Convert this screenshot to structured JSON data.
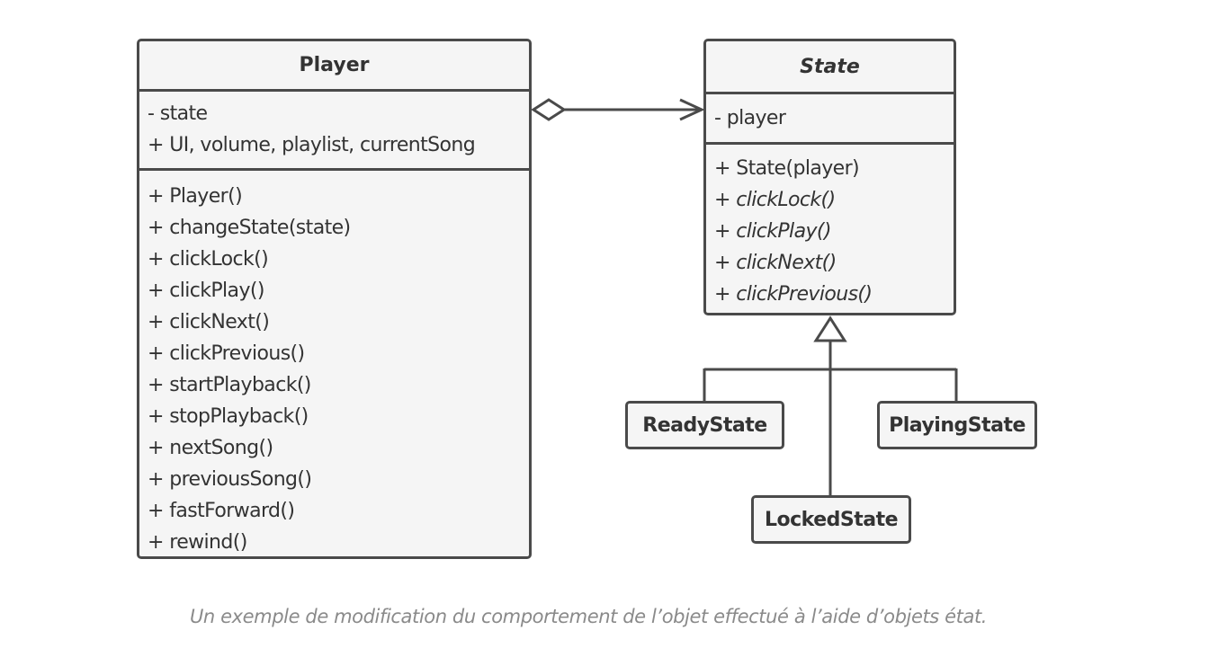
{
  "player": {
    "name": "Player",
    "fields": [
      "- state",
      "+ UI, volume, playlist, currentSong"
    ],
    "methods": [
      "+ Player()",
      "+ changeState(state)",
      "+ clickLock()",
      "+ clickPlay()",
      "+ clickNext()",
      "+ clickPrevious()",
      "+ startPlayback()",
      "+ stopPlayback()",
      "+ nextSong()",
      "+ previousSong()",
      "+ fastForward()",
      "+ rewind()"
    ]
  },
  "state": {
    "name": "State",
    "fields": [
      "- player"
    ],
    "methods": [
      {
        "prefix": "+ ",
        "name": "State(player)",
        "abstract": false
      },
      {
        "prefix": "+ ",
        "name": "clickLock()",
        "abstract": true
      },
      {
        "prefix": "+ ",
        "name": "clickPlay()",
        "abstract": true
      },
      {
        "prefix": "+ ",
        "name": "clickNext()",
        "abstract": true
      },
      {
        "prefix": "+ ",
        "name": "clickPrevious()",
        "abstract": true
      }
    ]
  },
  "subclasses": {
    "ready": "ReadyState",
    "playing": "PlayingState",
    "locked": "LockedState"
  },
  "caption": "Un exemple de modification du comportement de l’objet effectué à l’aide d’objets état.",
  "colors": {
    "stroke": "#4a4a4a",
    "fill": "#f5f5f5",
    "text": "#333333",
    "caption": "#8a8a8a"
  }
}
